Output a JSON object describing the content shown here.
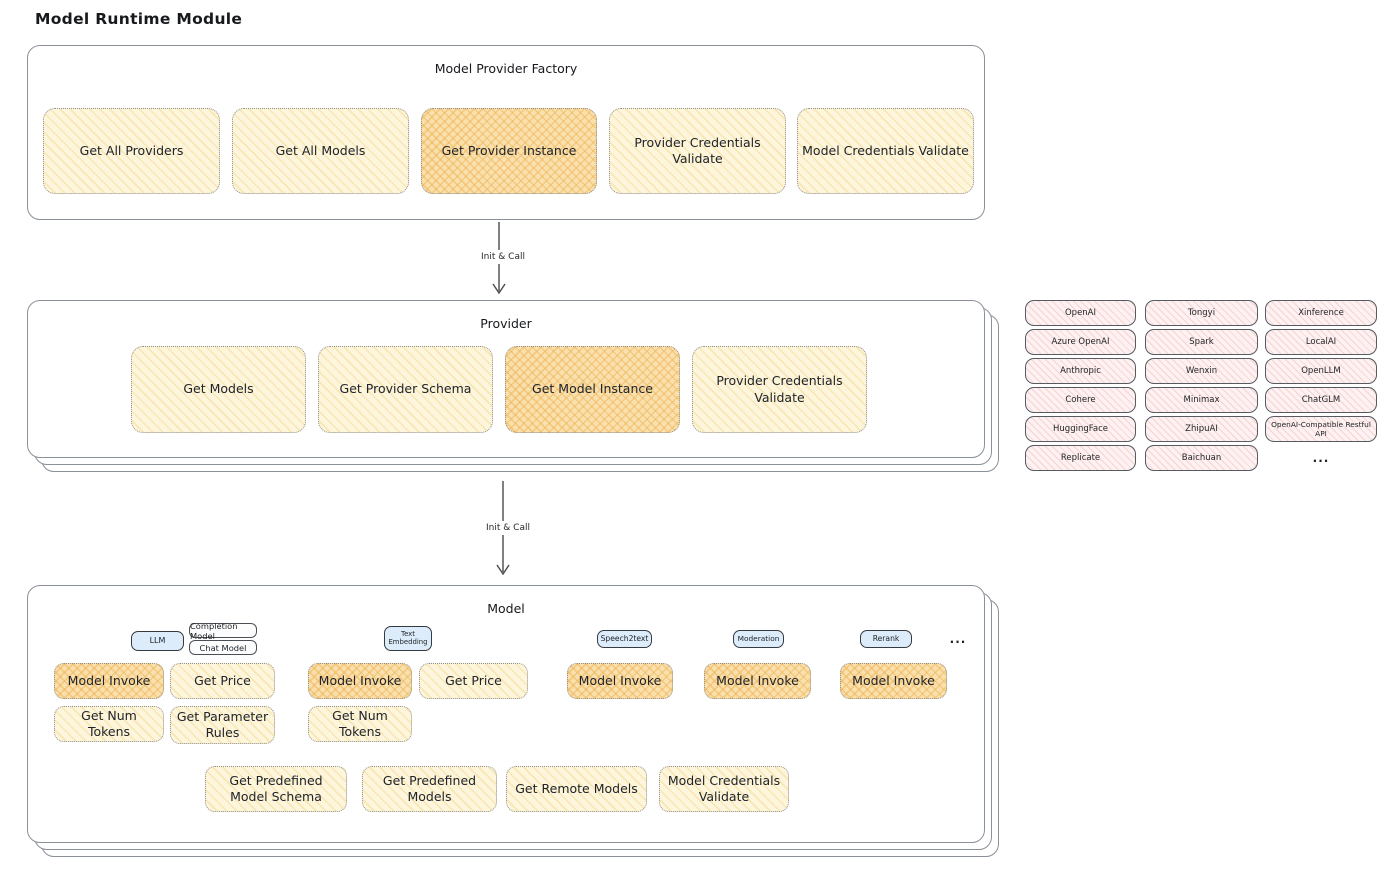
{
  "page": {
    "title": "Model Runtime Module"
  },
  "colors": {
    "yellow_fill": "#fdf5dc",
    "orange_highlight": "#f9e0ad",
    "blue_tag": "#dcecfa",
    "pink_chip": "#fdf1f1",
    "panel_border": "#8b9198",
    "ink": "#1f2328"
  },
  "arrows": {
    "init_call_1": "Init & Call",
    "init_call_2": "Init & Call"
  },
  "factory": {
    "title": "Model Provider Factory",
    "items": [
      {
        "label": "Get All Providers",
        "highlighted": false
      },
      {
        "label": "Get All Models",
        "highlighted": false
      },
      {
        "label": "Get Provider Instance",
        "highlighted": true
      },
      {
        "label": "Provider Credentials Validate",
        "highlighted": false
      },
      {
        "label": "Model Credentials Validate",
        "highlighted": false
      }
    ]
  },
  "provider": {
    "title": "Provider",
    "items": [
      {
        "label": "Get Models",
        "highlighted": false
      },
      {
        "label": "Get Provider Schema",
        "highlighted": false
      },
      {
        "label": "Get Model Instance",
        "highlighted": true
      },
      {
        "label": "Provider Credentials Validate",
        "highlighted": false
      }
    ]
  },
  "providers_grid": {
    "columns": [
      {
        "items": [
          "OpenAI",
          "Azure OpenAI",
          "Anthropic",
          "Cohere",
          "HuggingFace",
          "Replicate"
        ]
      },
      {
        "items": [
          "Tongyi",
          "Spark",
          "Wenxin",
          "Minimax",
          "ZhipuAI",
          "Baichuan"
        ]
      },
      {
        "items": [
          "Xinference",
          "LocalAI",
          "OpenLLM",
          "ChatGLM",
          "OpenAI-Compatible Restful API"
        ]
      }
    ],
    "ellipsis": "..."
  },
  "model": {
    "title": "Model",
    "tags": {
      "llm": "LLM",
      "completion_model": "Completion Model",
      "chat_model": "Chat Model",
      "text_embedding": "Text Embedding",
      "speech2text": "Speech2text",
      "moderation": "Moderation",
      "rerank": "Rerank",
      "ellipsis": "..."
    },
    "row1": [
      {
        "label": "Model Invoke",
        "highlighted": true
      },
      {
        "label": "Get Price",
        "highlighted": false
      },
      {
        "label": "Model Invoke",
        "highlighted": true
      },
      {
        "label": "Get Price",
        "highlighted": false
      },
      {
        "label": "Model Invoke",
        "highlighted": true
      },
      {
        "label": "Model Invoke",
        "highlighted": true
      },
      {
        "label": "Model Invoke",
        "highlighted": true
      }
    ],
    "row2": [
      {
        "label": "Get Num Tokens"
      },
      {
        "label": "Get Parameter Rules"
      },
      {
        "label": "Get Num Tokens"
      }
    ],
    "row3": [
      {
        "label": "Get Predefined Model Schema"
      },
      {
        "label": "Get Predefined Models"
      },
      {
        "label": "Get Remote Models"
      },
      {
        "label": "Model Credentials Validate"
      }
    ]
  }
}
